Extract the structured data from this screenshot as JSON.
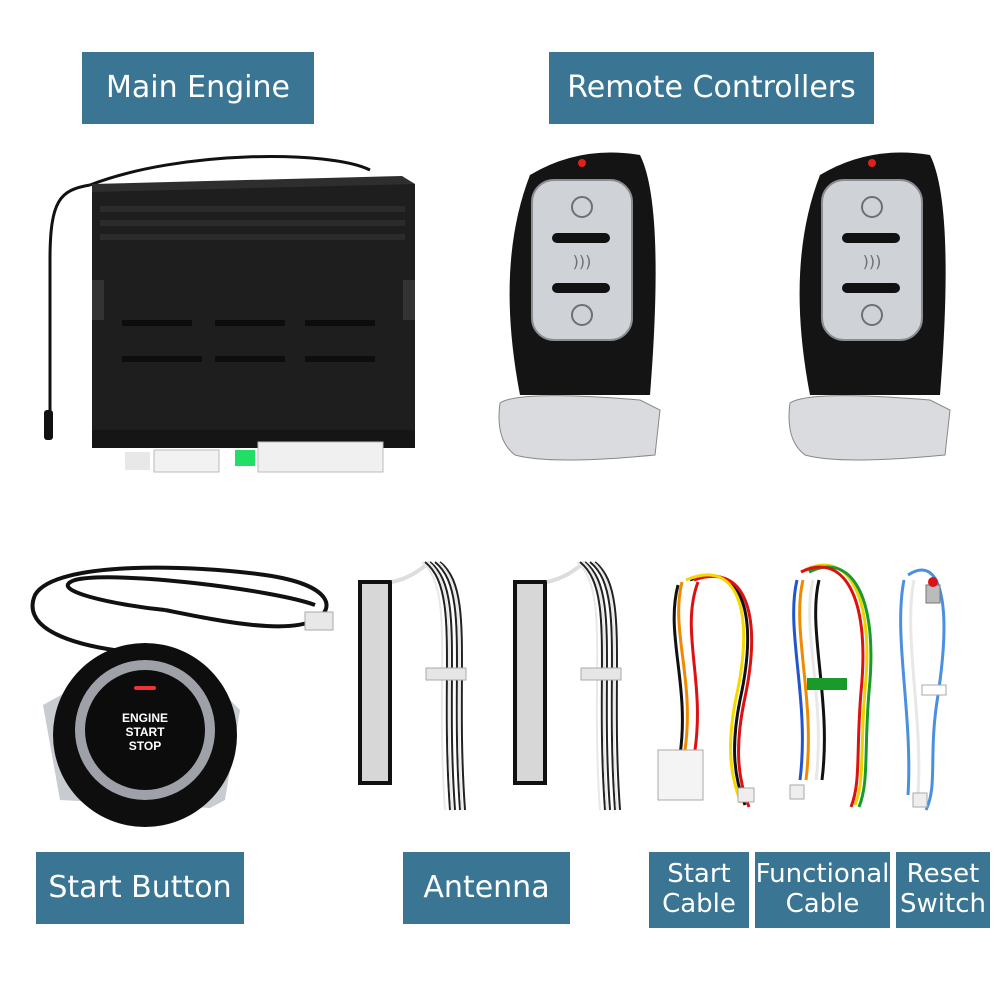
{
  "labels": {
    "main_engine": "Main Engine",
    "remote_controllers": "Remote Controllers",
    "start_button": "Start Button",
    "antenna": "Antenna",
    "start_cable_line1": "Start",
    "start_cable_line2": "Cable",
    "functional_cable_line1": "Functional",
    "functional_cable_line2": "Cable",
    "reset_switch_line1": "Reset",
    "reset_switch_line2": "Switch"
  },
  "button_text": {
    "line1": "ENGINE",
    "line2": "START",
    "line3": "STOP"
  },
  "colors": {
    "label_bg": "#3a7594",
    "label_text": "#ffffff"
  }
}
